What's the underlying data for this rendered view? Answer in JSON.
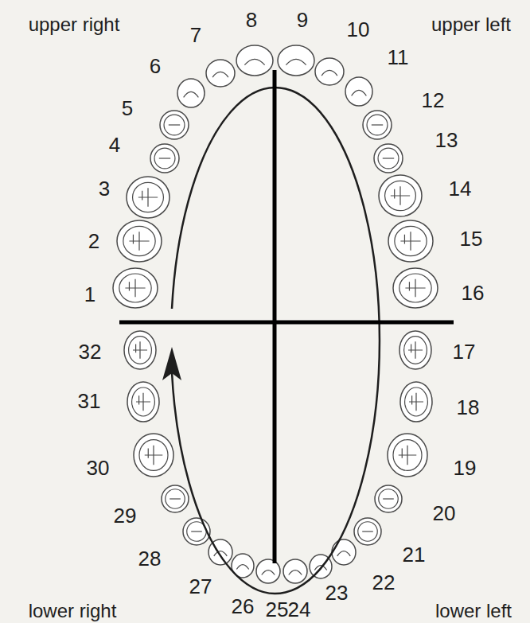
{
  "diagram": {
    "labels": [
      "upper right",
      "upper left",
      "lower right",
      "lower left",
      "1",
      "2",
      "3",
      "4",
      "5",
      "6",
      "7",
      "8",
      "9",
      "10",
      "11",
      "12",
      "13",
      "14",
      "15",
      "16",
      "17",
      "18",
      "19",
      "20",
      "21",
      "22",
      "23",
      "24",
      "25",
      "26",
      "27",
      "28",
      "29",
      "30",
      "31",
      "32"
    ]
  }
}
